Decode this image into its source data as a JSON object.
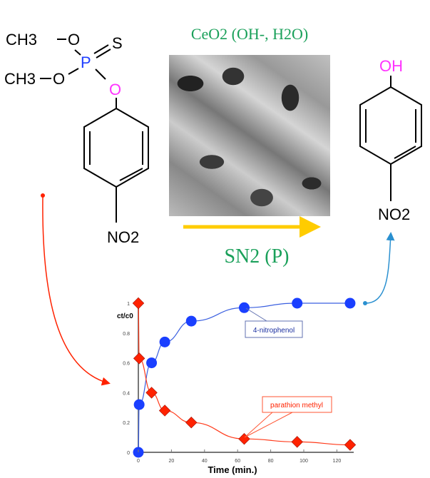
{
  "reactant": {
    "ch3_top": "CH3",
    "ch3_bottom": "CH3",
    "o1": "O",
    "o2": "O",
    "p": "P",
    "s": "S",
    "o_ester": "O",
    "no2": "NO2"
  },
  "catalyst": {
    "label": "CeO2 (OH-, H2O)"
  },
  "mechanism": {
    "label": "SN2 (P)"
  },
  "product": {
    "oh": "OH",
    "no2": "NO2"
  },
  "colors": {
    "phosphorus": "#1f3fff",
    "ester_o": "#ff33ff",
    "catalyst_text": "#1aa05a",
    "arrow": "#ffcc00",
    "red": "#ff2200",
    "blue": "#1a3fff",
    "link_blue": "#2a90d0"
  },
  "chart_data": {
    "type": "line",
    "ylabel": "ct/c0",
    "xlabel": "Time (min.)",
    "xlim": [
      0,
      130
    ],
    "ylim": [
      0,
      1
    ],
    "xticks": [
      0,
      20,
      40,
      60,
      80,
      100,
      120
    ],
    "yticks": [
      0,
      0.2,
      0.4,
      0.6,
      0.8,
      1
    ],
    "series": [
      {
        "name": "4-nitrophenol",
        "marker": "circle",
        "x": [
          0,
          0.5,
          8,
          16,
          32,
          64,
          96,
          128
        ],
        "y": [
          0,
          0.32,
          0.6,
          0.74,
          0.88,
          0.97,
          1.0,
          1.0
        ]
      },
      {
        "name": "parathion methyl",
        "marker": "diamond",
        "x": [
          0,
          0.5,
          8,
          16,
          32,
          64,
          96,
          128
        ],
        "y": [
          1.0,
          0.63,
          0.4,
          0.28,
          0.2,
          0.09,
          0.07,
          0.05
        ]
      }
    ]
  }
}
